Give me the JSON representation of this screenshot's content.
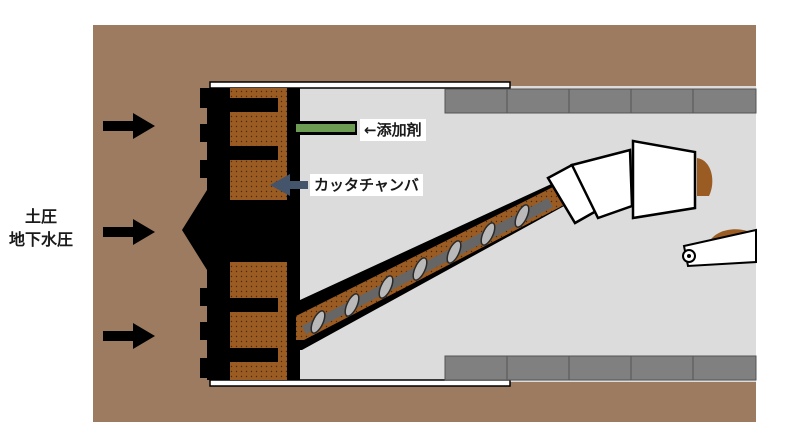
{
  "labels": {
    "pressure_line1": "土圧",
    "pressure_line2": "地下水圧",
    "additive": "←添加剤",
    "cutter_chamber": "カッタチャンバ"
  },
  "colors": {
    "soil": "#9c7b60",
    "tunnel_interior": "#dcdcdc",
    "muck": "#9b5c23",
    "cutter": "#000000",
    "segment": "#808080",
    "additive_pipe": "#6c9c52",
    "arrow_callout": "#44546a",
    "screw_casing": "#666666"
  },
  "icons": {
    "pressure_arrows": "right-arrow-icon",
    "chamber_pointer": "left-arrow-icon"
  }
}
